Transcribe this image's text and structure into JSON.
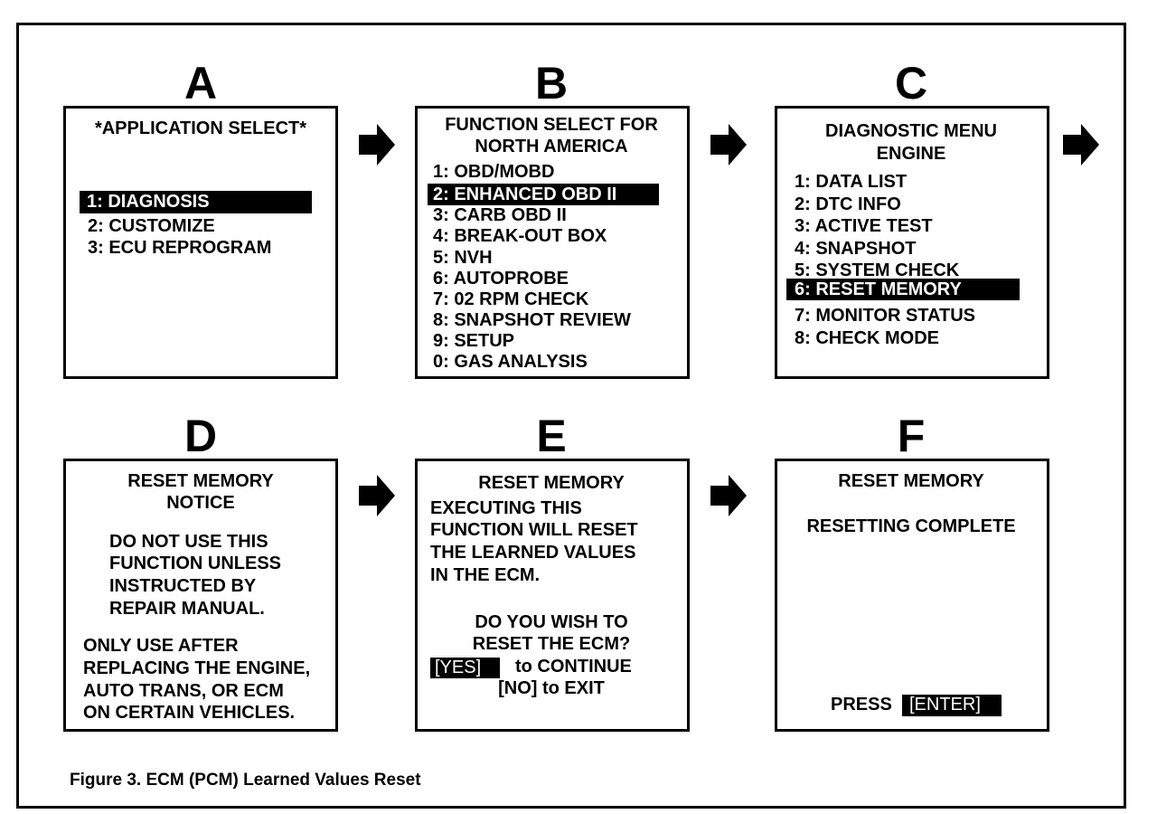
{
  "panels": {
    "a": {
      "letter": "A",
      "title": "*APPLICATION SELECT*",
      "selected": "1: DIAGNOSIS",
      "items": [
        "2:  CUSTOMIZE",
        "3:  ECU REPROGRAM"
      ]
    },
    "b": {
      "letter": "B",
      "title": [
        "FUNCTION SELECT FOR",
        "NORTH AMERICA"
      ],
      "items": [
        "1:  OBD/MOBD",
        "2:  ENHANCED OBD II",
        "3:  CARB OBD II",
        "4:  BREAK-OUT BOX",
        "5:  NVH",
        "6:  AUTOPROBE",
        "7:  02 RPM CHECK",
        "8:  SNAPSHOT REVIEW",
        "9:  SETUP",
        "0:  GAS ANALYSIS"
      ],
      "selected_index": 1
    },
    "c": {
      "letter": "C",
      "title": [
        "DIAGNOSTIC MENU",
        "ENGINE"
      ],
      "items": [
        "1:  DATA LIST",
        "2:  DTC INFO",
        "3:  ACTIVE TEST",
        "4:  SNAPSHOT",
        "5:  SYSTEM CHECK",
        "6:  RESET MEMORY",
        "7:  MONITOR STATUS",
        "8:  CHECK MODE"
      ],
      "selected_index": 5
    },
    "d": {
      "letter": "D",
      "title": [
        "RESET MEMORY",
        "NOTICE"
      ],
      "warning": [
        "DO NOT USE THIS",
        "FUNCTION UNLESS",
        "INSTRUCTED BY",
        "REPAIR MANUAL."
      ],
      "note": [
        "ONLY USE AFTER",
        "REPLACING THE ENGINE,",
        "AUTO TRANS, OR ECM",
        "ON CERTAIN VEHICLES."
      ]
    },
    "e": {
      "letter": "E",
      "title": "RESET MEMORY",
      "body": [
        "EXECUTING THIS",
        "FUNCTION WILL RESET",
        "THE LEARNED VALUES",
        "IN THE ECM."
      ],
      "question": [
        "DO YOU WISH TO",
        "RESET THE ECM?"
      ],
      "yes_key": "[YES]",
      "yes_label": "to CONTINUE",
      "no_line": "[NO] to EXIT"
    },
    "f": {
      "letter": "F",
      "title": "RESET MEMORY",
      "status": "RESETTING COMPLETE",
      "press": "PRESS",
      "enter_key": "[ENTER]"
    }
  },
  "caption": "Figure 3. ECM (PCM) Learned Values Reset",
  "colors": {
    "ink": "#000000",
    "paper": "#ffffff"
  }
}
